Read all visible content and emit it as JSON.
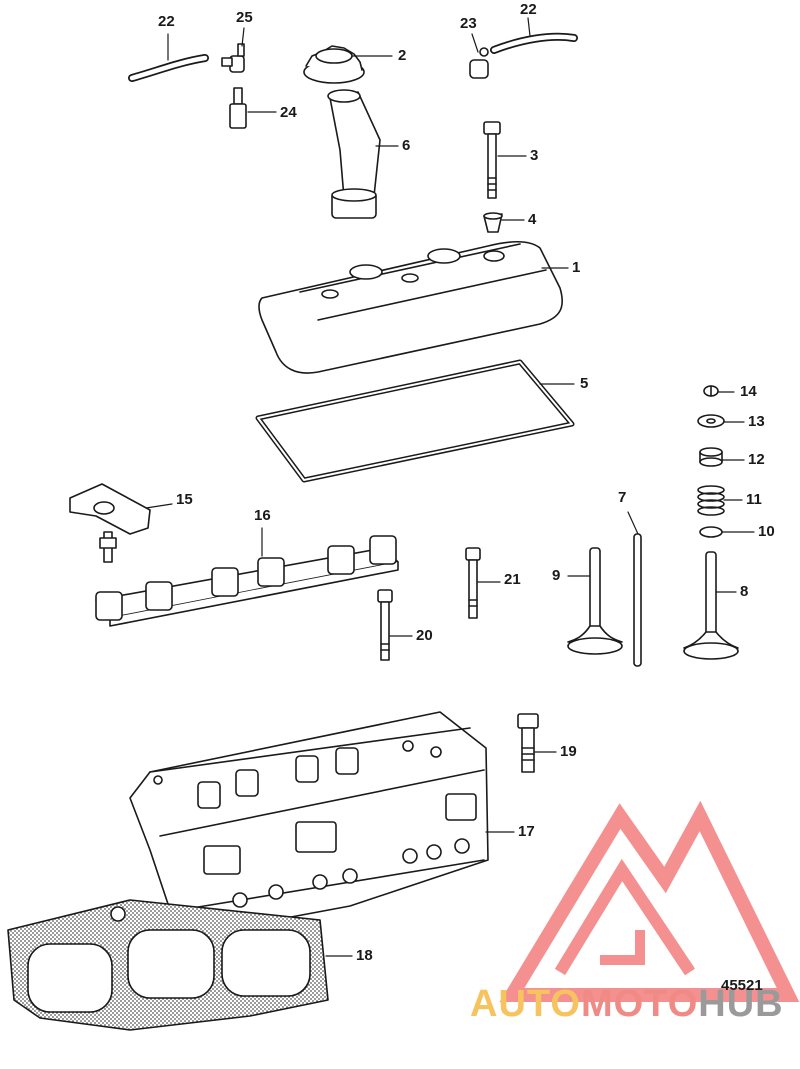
{
  "diagram": {
    "drawing_number": "45521",
    "callouts": [
      {
        "id": "c22a",
        "text": "22"
      },
      {
        "id": "c25",
        "text": "25"
      },
      {
        "id": "c24",
        "text": "24"
      },
      {
        "id": "c2",
        "text": "2"
      },
      {
        "id": "c6",
        "text": "6"
      },
      {
        "id": "c23",
        "text": "23"
      },
      {
        "id": "c22b",
        "text": "22"
      },
      {
        "id": "c3",
        "text": "3"
      },
      {
        "id": "c4",
        "text": "4"
      },
      {
        "id": "c1",
        "text": "1"
      },
      {
        "id": "c5",
        "text": "5"
      },
      {
        "id": "c14",
        "text": "14"
      },
      {
        "id": "c13",
        "text": "13"
      },
      {
        "id": "c12",
        "text": "12"
      },
      {
        "id": "c11",
        "text": "11"
      },
      {
        "id": "c10",
        "text": "10"
      },
      {
        "id": "c15",
        "text": "15"
      },
      {
        "id": "c16",
        "text": "16"
      },
      {
        "id": "c7",
        "text": "7"
      },
      {
        "id": "c21",
        "text": "21"
      },
      {
        "id": "c9",
        "text": "9"
      },
      {
        "id": "c8",
        "text": "8"
      },
      {
        "id": "c20",
        "text": "20"
      },
      {
        "id": "c19",
        "text": "19"
      },
      {
        "id": "c17",
        "text": "17"
      },
      {
        "id": "c18",
        "text": "18"
      }
    ]
  },
  "watermark": {
    "parts": [
      {
        "text": "AUTO",
        "color": "#f7c35f"
      },
      {
        "text": "MOTO",
        "color": "#f08a84"
      },
      {
        "text": "HUB",
        "color": "#9a9a9a"
      }
    ],
    "logo_color": "#f26b6b"
  }
}
